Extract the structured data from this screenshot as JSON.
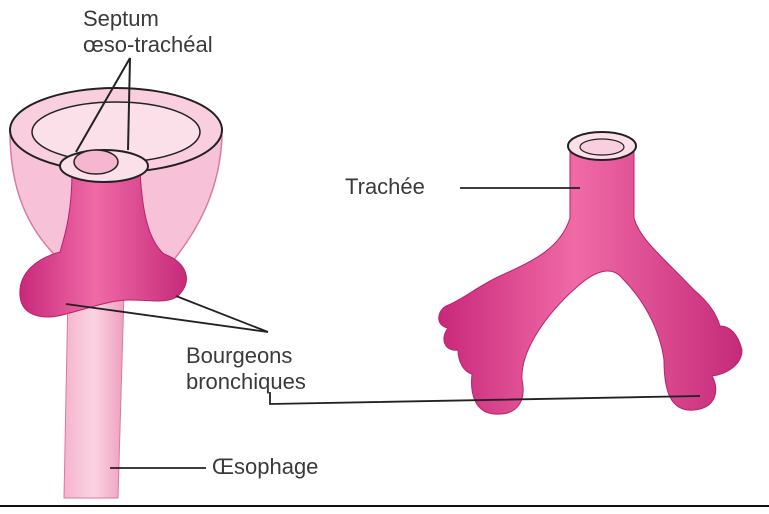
{
  "labels": {
    "septum_line1": "Septum",
    "septum_line2": "œso-trachéal",
    "trachee": "Trachée",
    "bourgeons_line1": "Bourgeons",
    "bourgeons_line2": "bronchiques",
    "oesophage": "Œsophage"
  },
  "colors": {
    "tissue_magenta": "#e0488f",
    "tissue_light": "#f6b6cf",
    "tissue_dark": "#b8236a",
    "outline": "#222222"
  }
}
